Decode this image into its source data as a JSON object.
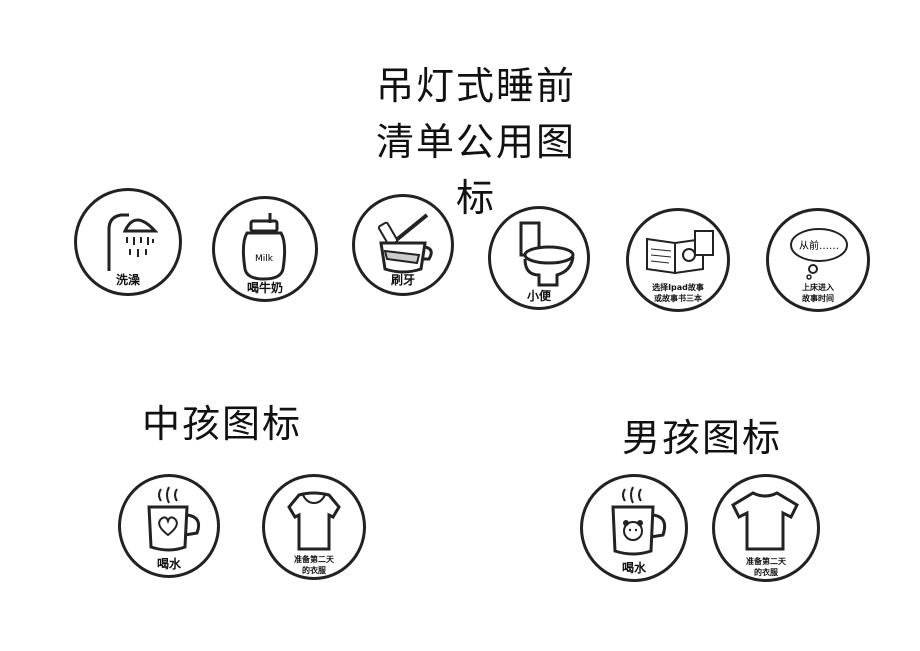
{
  "title": {
    "line1": "吊灯式睡前",
    "line2": "清单公用图",
    "line3": "标"
  },
  "sections": {
    "middle": "中孩图标",
    "boy": "男孩图标"
  },
  "icons_top": [
    {
      "label": "洗澡",
      "icon": "shower-icon"
    },
    {
      "label": "喝牛奶",
      "icon": "milk-jar-icon",
      "jar_text": "Milk"
    },
    {
      "label": "刷牙",
      "icon": "toothbrush-cup-icon"
    },
    {
      "label": "小便",
      "icon": "toilet-icon"
    },
    {
      "label_line1": "选择Ipad故事",
      "label_line2": "或故事书三本",
      "icon": "book-ipad-icon"
    },
    {
      "label_line1": "上床进入",
      "label_line2": "故事时间",
      "icon": "thought-bubble-icon",
      "bubble_text": "从前……"
    }
  ],
  "icons_middle": [
    {
      "label": "喝水",
      "icon": "heart-mug-icon"
    },
    {
      "label_line1": "准备第二天",
      "label_line2": "的衣服",
      "icon": "girl-shirt-icon"
    }
  ],
  "icons_boy": [
    {
      "label": "喝水",
      "icon": "bear-mug-icon"
    },
    {
      "label_line1": "准备第二天",
      "label_line2": "的衣服",
      "icon": "tshirt-icon"
    }
  ]
}
